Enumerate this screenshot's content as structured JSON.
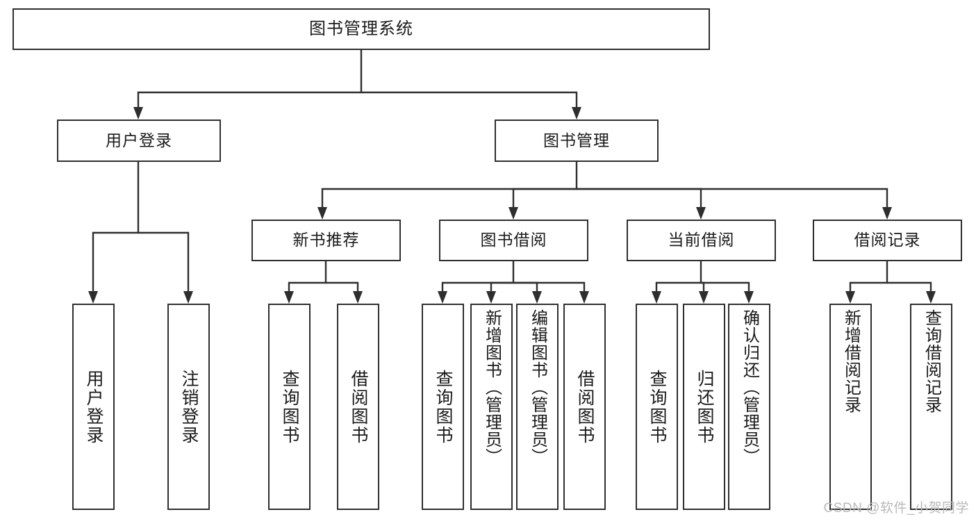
{
  "diagram": {
    "type": "tree-hierarchy",
    "title": "图书管理系统",
    "root": {
      "id": "root",
      "label": "图书管理系统"
    },
    "level1": [
      {
        "id": "user-login",
        "label": "用户登录"
      },
      {
        "id": "book-manage",
        "label": "图书管理"
      }
    ],
    "level2": [
      {
        "id": "new-book-rec",
        "label": "新书推荐",
        "parent": "book-manage"
      },
      {
        "id": "book-borrow",
        "label": "图书借阅",
        "parent": "book-manage"
      },
      {
        "id": "current-borrow",
        "label": "当前借阅",
        "parent": "book-manage"
      },
      {
        "id": "borrow-record",
        "label": "借阅记录",
        "parent": "book-manage"
      }
    ],
    "leaves": [
      {
        "id": "leaf-user-login",
        "label": "用户登录",
        "parent": "user-login"
      },
      {
        "id": "leaf-logout",
        "label": "注销登录",
        "parent": "user-login"
      },
      {
        "id": "leaf-query-book-1",
        "label": "查询图书",
        "parent": "new-book-rec"
      },
      {
        "id": "leaf-borrow-book-1",
        "label": "借阅图书",
        "parent": "new-book-rec"
      },
      {
        "id": "leaf-query-book-2",
        "label": "查询图书",
        "parent": "book-borrow"
      },
      {
        "id": "leaf-add-book",
        "label": "新增图书（管理员）",
        "parent": "book-borrow"
      },
      {
        "id": "leaf-edit-book",
        "label": "编辑图书（管理员）",
        "parent": "book-borrow"
      },
      {
        "id": "leaf-borrow-book-2",
        "label": "借阅图书",
        "parent": "book-borrow"
      },
      {
        "id": "leaf-query-book-3",
        "label": "查询图书",
        "parent": "current-borrow"
      },
      {
        "id": "leaf-return-book",
        "label": "归还图书",
        "parent": "current-borrow"
      },
      {
        "id": "leaf-confirm-return",
        "label": "确认归还（管理员）",
        "parent": "current-borrow"
      },
      {
        "id": "leaf-add-record",
        "label": "新增借阅记录",
        "parent": "borrow-record"
      },
      {
        "id": "leaf-query-record",
        "label": "查询借阅记录",
        "parent": "borrow-record"
      }
    ],
    "colors": {
      "stroke": "#2e2e2e",
      "background": "#ffffff",
      "text": "#1a1a1a",
      "watermark": "#b9b9b9"
    }
  },
  "watermark": {
    "text": "CSDN @软件_小贺同学"
  }
}
